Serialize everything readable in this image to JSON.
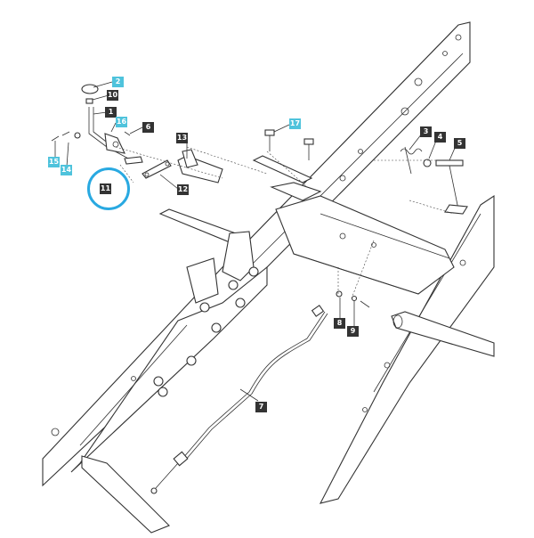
{
  "diagram": {
    "callouts": [
      {
        "id": "c2",
        "label": "2",
        "style": "cyan"
      },
      {
        "id": "c10",
        "label": "10",
        "style": "dark"
      },
      {
        "id": "c1",
        "label": "1",
        "style": "dark"
      },
      {
        "id": "c16",
        "label": "16",
        "style": "cyan"
      },
      {
        "id": "c6",
        "label": "6",
        "style": "dark"
      },
      {
        "id": "c15",
        "label": "15",
        "style": "cyan"
      },
      {
        "id": "c14",
        "label": "14",
        "style": "cyan"
      },
      {
        "id": "c11",
        "label": "11",
        "style": "dark"
      },
      {
        "id": "c12",
        "label": "12",
        "style": "dark"
      },
      {
        "id": "c13",
        "label": "13",
        "style": "dark"
      },
      {
        "id": "c17",
        "label": "17",
        "style": "cyan"
      },
      {
        "id": "c3",
        "label": "3",
        "style": "dark"
      },
      {
        "id": "c4",
        "label": "4",
        "style": "dark"
      },
      {
        "id": "c5",
        "label": "5",
        "style": "dark"
      },
      {
        "id": "c8",
        "label": "8",
        "style": "dark"
      },
      {
        "id": "c9",
        "label": "9",
        "style": "dark"
      },
      {
        "id": "c7",
        "label": "7",
        "style": "dark"
      }
    ],
    "colors": {
      "dark_callout": "#333333",
      "cyan_callout": "#4fc3dc",
      "highlight_ring": "#29a9e1",
      "line": "#333333"
    },
    "highlighted_part": "11"
  }
}
